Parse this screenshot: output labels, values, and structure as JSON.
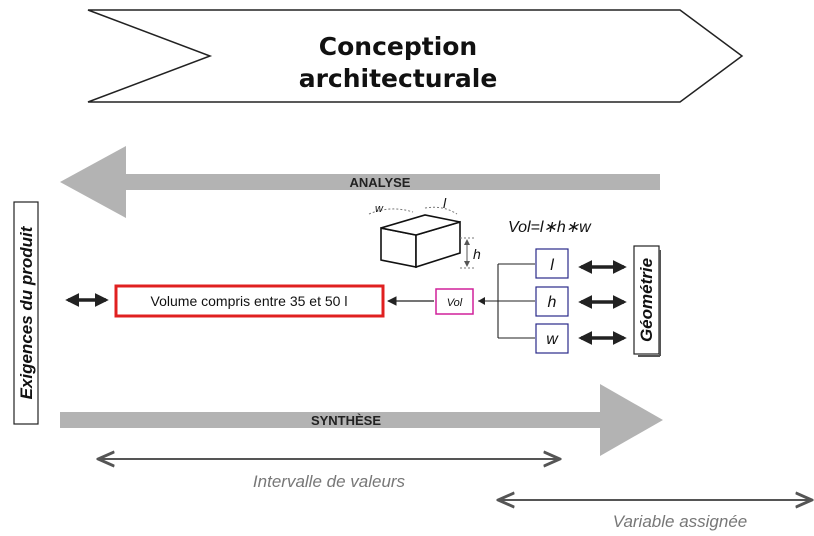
{
  "title": {
    "line1": "Conception",
    "line2": "architecturale"
  },
  "analysis_label": "ANALYSE",
  "synthesis_label": "SYNTHÈSE",
  "requirements_label": "Exigences du produit",
  "geometry_label": "Géométrie",
  "requirement_text": "Volume compris entre 35 et 50 l",
  "vol_label": "Vol",
  "formula": "Vol=l∗h∗w",
  "variables": [
    "l",
    "h",
    "w"
  ],
  "cube_dims": {
    "w": "w",
    "l": "l",
    "h": "h"
  },
  "interval_label": "Intervalle de valeurs",
  "assigned_label": "Variable assignée",
  "colors": {
    "arrow_gray": "#b3b3b3",
    "requirement_border": "#e02020",
    "vol_border": "#d0209a",
    "var_border": "#2a2a8a",
    "range_gray": "#777777"
  }
}
